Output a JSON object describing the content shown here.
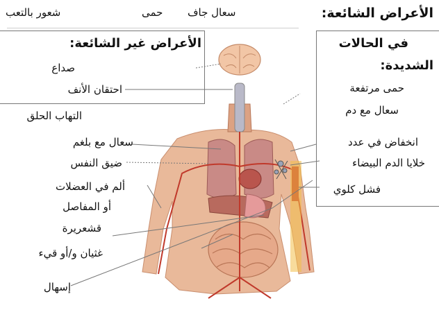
{
  "common": {
    "title": "الأعراض الشائعة:",
    "items": [
      "سعال جاف",
      "حمى",
      "شعور بالتعب"
    ]
  },
  "uncommon": {
    "title": "الأعراض غير الشائعة:",
    "items": [
      "صداع",
      "احتقان الأنف",
      "التهاب الحلق",
      "سعال مع بلغم",
      "ضيق النفس",
      "ألم في العضلات",
      "أو المفاصل",
      "قشعريرة",
      "غثيان و/أو قيء",
      "إسهال"
    ]
  },
  "severe": {
    "title_line1": "في الحالات",
    "title_line2": "الشديدة:",
    "items": [
      "حمى مرتفعة",
      "سعال مع دم",
      "انخفاض في عدد",
      "خلايا الدم البيضاء",
      "فشل كلوي"
    ]
  },
  "colors": {
    "skin": "#e9b99a",
    "muscle": "#d99070",
    "vessel": "#c0392b",
    "intestine": "#e6a98a",
    "lung": "#c98a86",
    "brain": "#f2c6a6",
    "leader": "#777777",
    "box_border": "#777777"
  }
}
